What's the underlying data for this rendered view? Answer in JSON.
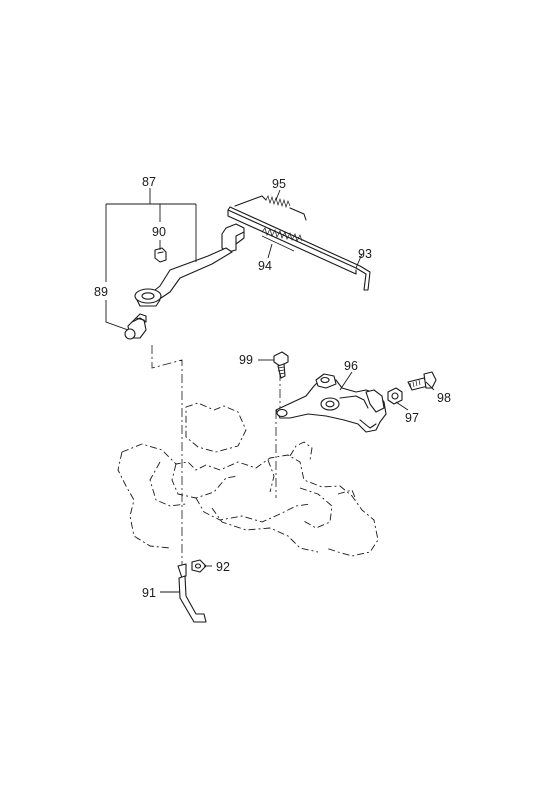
{
  "callouts": {
    "c87": "87",
    "c89": "89",
    "c90": "90",
    "c91": "91",
    "c92": "92",
    "c93": "93",
    "c94": "94",
    "c95": "95",
    "c96": "96",
    "c97": "97",
    "c98": "98",
    "c99": "99"
  }
}
